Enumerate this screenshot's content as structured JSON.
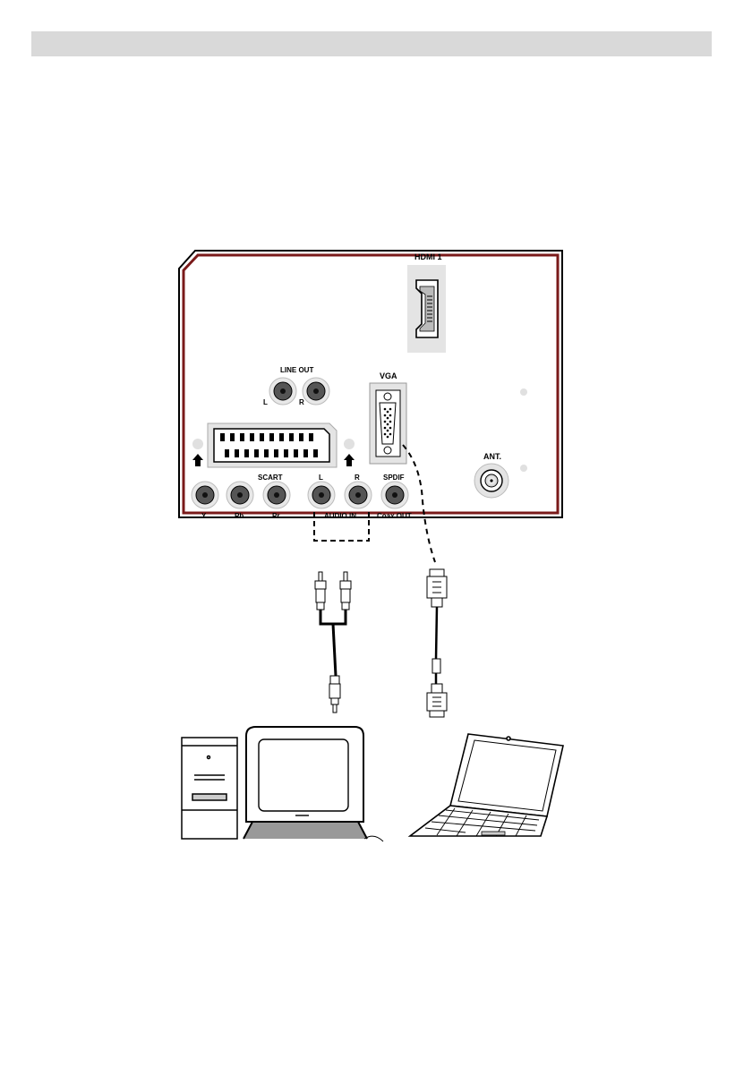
{
  "header": {
    "background": "#d9d9d9"
  },
  "panel": {
    "border_color": "#7a1a1a",
    "labels": {
      "hdmi": "HDMI 1",
      "line_out": "LINE OUT",
      "line_out_l": "L",
      "line_out_r": "R",
      "vga": "VGA",
      "scart": "SCART",
      "audio_l": "L",
      "audio_r": "R",
      "spdif": "SPDIF",
      "ant": "ANT.",
      "y": "Y",
      "pb": "Pb",
      "pr": "Pr",
      "audio_in": "AUDIO IN",
      "coax_out": "Coax.OUT"
    }
  },
  "devices": {
    "cables": [
      "rca-audio-cable",
      "vga-cable"
    ],
    "computers": [
      "desktop-pc-with-monitor",
      "laptop"
    ]
  },
  "icons": [
    "hdmi-port-icon",
    "scart-port-icon",
    "vga-port-icon",
    "rca-jack-icon",
    "antenna-jack-icon",
    "rca-plug-icon",
    "vga-plug-icon",
    "desktop-pc-icon",
    "monitor-icon",
    "laptop-icon"
  ]
}
